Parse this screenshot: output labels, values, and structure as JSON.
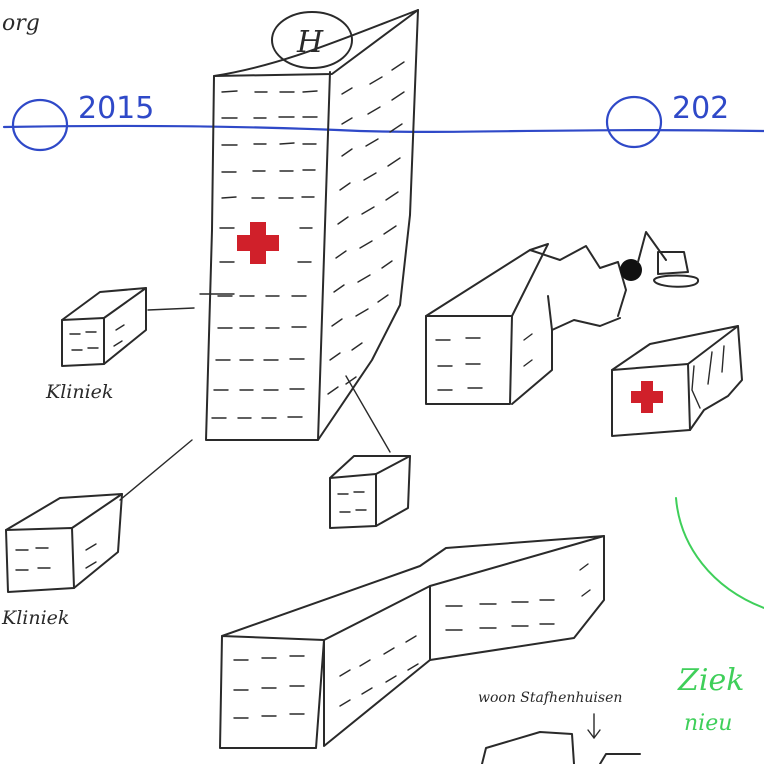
{
  "texts": {
    "corner": "org",
    "year_left": "2015",
    "year_right": "202",
    "helipad": "H",
    "label_kliniek_1": "Kliniek",
    "label_kliniek_2": "Kliniek",
    "label_bottom": "woon Stafhenhuisen",
    "label_green_1": "Ziek",
    "label_green_2": "nieu"
  },
  "colors": {
    "ink": "#2a2a2a",
    "timeline": "#2f49c8",
    "cross": "#d0202a",
    "green_note": "#3fcf5a"
  }
}
